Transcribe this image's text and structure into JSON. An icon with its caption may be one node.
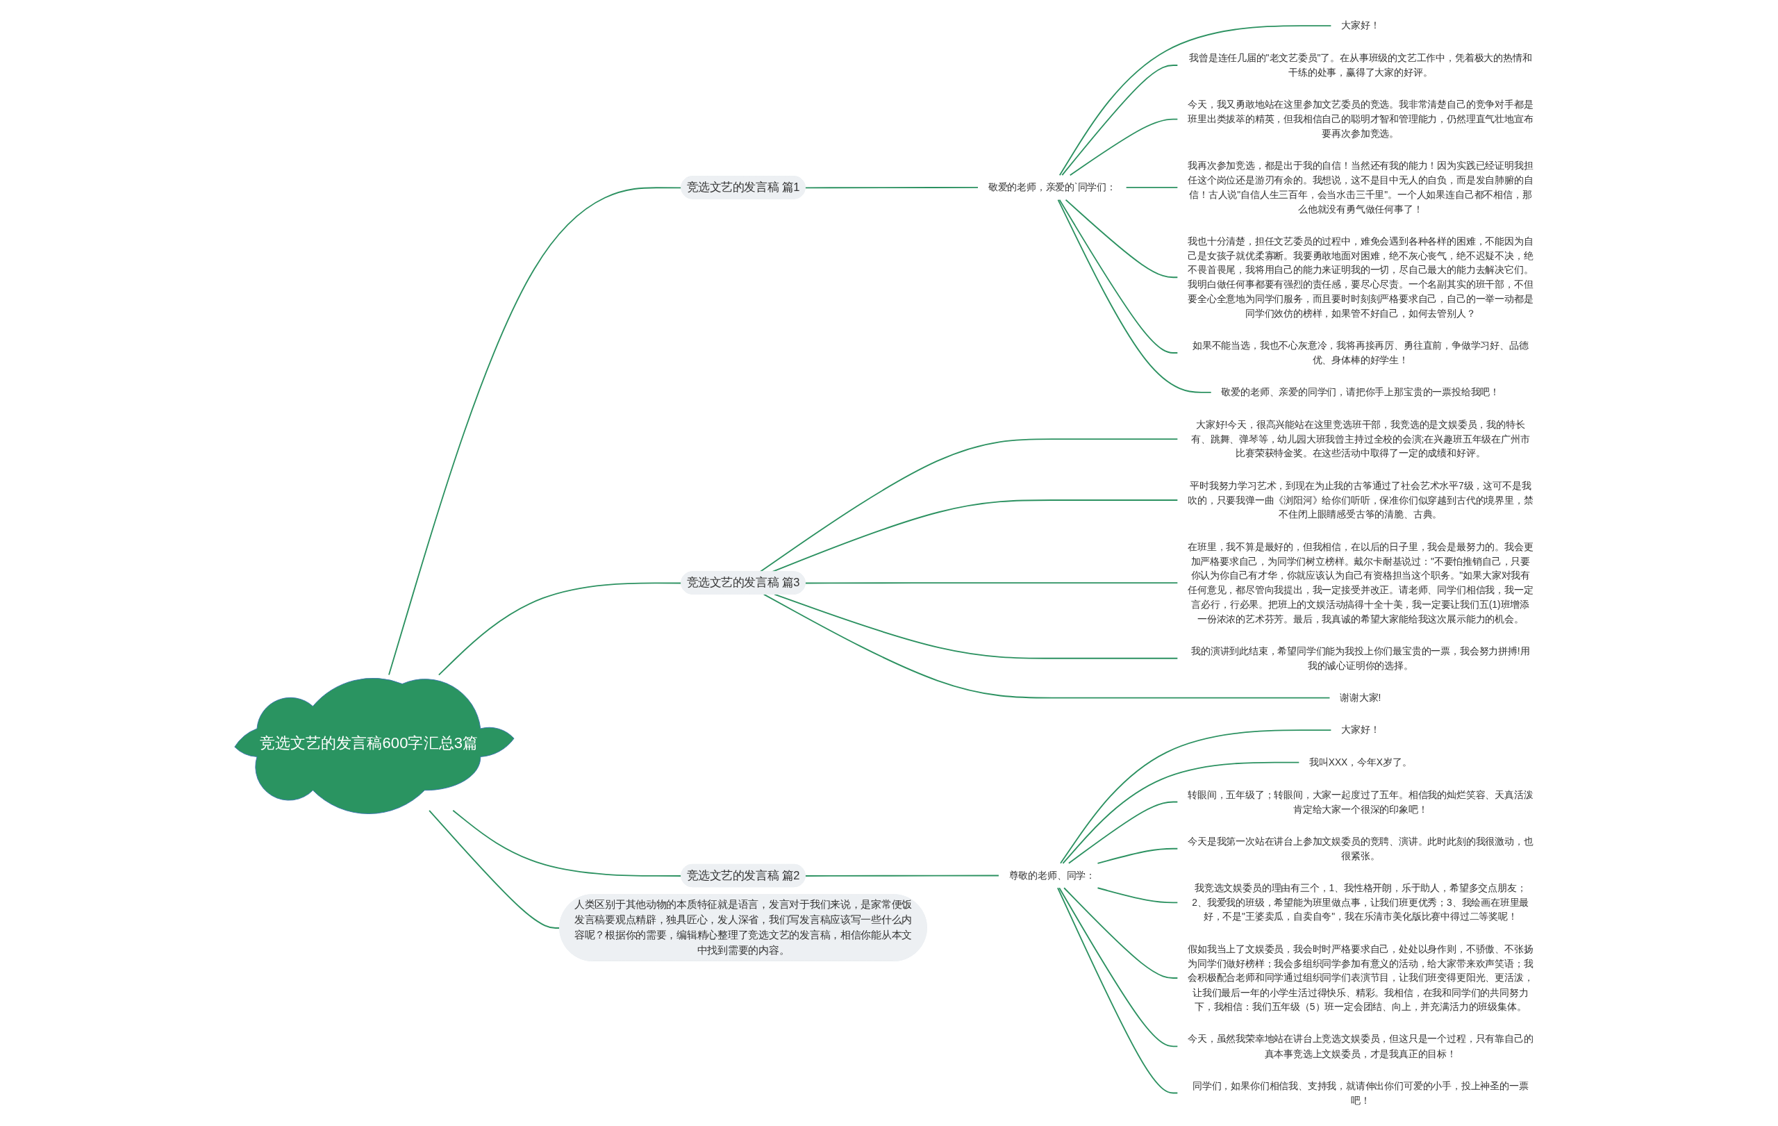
{
  "diagram": {
    "nodes": [
      {
        "text": [
          "竞选文艺的发言稿600字汇总3篇"
        ]
      },
      {
        "text": [
          "竞选文艺的发言稿 篇1"
        ]
      },
      {
        "text": [
          "敬爱的老师，亲爱的`同学们："
        ]
      },
      {
        "text": [
          "大家好！"
        ]
      },
      {
        "text": [
          "我曾是连任几届的\"老文艺委员\"了。在从事班级的文艺工作中，凭着极大的热情和干练的处事，赢得了大家的好评。"
        ]
      },
      {
        "text": [
          "今天，我又勇敢地站在这里参加文艺委员的竞选。我非常清楚自己的竞争对手都是班里出类拔萃的精英，但我相信自己的聪明才智和管理能力，仍然理直气壮地宣布要再次参加竞选。"
        ]
      },
      {
        "text": [
          "我再次参加竞选，都是出于我的自信！当然还有我的能力！因为实践已经证明我担任这个岗位还是游刃有余的。我想说，这不是目中无人的自负，而是发自肺腑的自信！古人说\"自信人生三百年，会当水击三千里\"。一个人如果连自己都不相信，那么他就没有勇气做任何事了！"
        ]
      },
      {
        "text": [
          "我也十分清楚，担任文艺委员的过程中，难免会遇到各种各样的困难，不能因为自己是女孩子就优柔寡断。我要勇敢地面对困难，绝不灰心丧气，绝不迟疑不决，绝不畏首畏尾，我将用自己的能力来证明我的一切，尽自己最大的能力去解决它们。我明白做任何事都要有强烈的责任感，要尽心尽责。一个名副其实的班干部，不但要全心全意地为同学们服务，而且要时时刻刻严格要求自己，自己的一举一动都是同学们效仿的榜样，如果管不好自己，如何去管别人？"
        ]
      },
      {
        "text": [
          "如果不能当选，我也不心灰意冷，我将再接再厉、勇往直前，争做学习好、品德优、身体棒的好学生！"
        ]
      },
      {
        "text": [
          "敬爱的老师、亲爱的同学们，请把你手上那宝贵的一票投给我吧！"
        ]
      },
      {
        "text": [
          "竞选文艺的发言稿 篇3"
        ]
      },
      {
        "text": [
          "大家好!今天，很高兴能站在这里竞选班干部，我竞选的是文娱委员，我的特长有、跳舞、弹琴等，幼儿园大班我曾主持过全校的会演;在兴趣班五年级在广州市比赛荣获特金奖。在这些活动中取得了一定的成绩和好评。"
        ]
      },
      {
        "text": [
          "平时我努力学习艺术，到现在为止我的古筝通过了社会艺术水平7级，这可不是我吹的，只要我弹一曲《浏阳河》给你们听听，保准你们似穿越到古代的境界里，禁不住闭上眼睛感受古筝的清脆、古典。"
        ]
      },
      {
        "text": [
          "在班里，我不算是最好的，但我相信，在以后的日子里，我会是最努力的。我会更加严格要求自己，为同学们树立榜样。戴尔卡耐基说过：\"不要怕推销自己，只要你认为你自己有才华，你就应该认为自己有资格担当这个职务。\"如果大家对我有任何意见，都尽管向我提出，我一定接受并改正。请老师、同学们相信我，我一定言必行，行必果。把班上的文娱活动搞得十全十美，我一定要让我们五(1)班增添一份浓浓的艺术芬芳。最后，我真诚的希望大家能给我这次展示能力的机会。"
        ]
      },
      {
        "text": [
          "我的演讲到此结束，希望同学们能为我投上你们最宝贵的一票，我会努力拼搏!用我的诚心证明你的选择。"
        ]
      },
      {
        "text": [
          "谢谢大家!"
        ]
      },
      {
        "text": [
          "人类区别于其他动物的本质特征就是语言，发言对于我们来说，是家常便饭发言稿要观点精辟，独具匠心，发人深省，我们写发言稿应该写一些什么内容呢？根据你的需要，编辑精心整理了竞选文艺的发言稿，相信你能从本文中找到需要的内容。"
        ]
      },
      {
        "text": [
          "竞选文艺的发言稿 篇2"
        ]
      },
      {
        "text": [
          "尊敬的老师、同学："
        ]
      },
      {
        "text": [
          "大家好！"
        ]
      },
      {
        "text": [
          "我叫XXX，今年X岁了。"
        ]
      },
      {
        "text": [
          "转眼间，五年级了；转眼间，大家一起度过了五年。相信我的灿烂笑容、天真活泼肯定给大家一个很深的印象吧！"
        ]
      },
      {
        "text": [
          "今天是我第一次站在讲台上参加文娱委员的竞聘、演讲。此时此刻的我很激动，也很紧张。"
        ]
      },
      {
        "text": [
          "我竞选文娱委员的理由有三个，1、我性格开朗，乐于助人，希望多交点朋友；2、我爱我的班级，希望能为班里做点事，让我们班更优秀；3、我绘画在班里最好，不是\"王婆卖瓜，自卖自夸\"，我在乐清市美化版比赛中得过二等奖呢！"
        ]
      },
      {
        "text": [
          "假如我当上了文娱委员，我会时时严格要求自己，处处以身作则，不骄傲、不张扬为同学们做好榜样；我会多组织同学参加有意义的活动，给大家带来欢声笑语；我会积极配合老师和同学通过组织同学们表演节目，让我们班变得更阳光、更活泼，让我们最后一年的小学生活过得快乐、精彩。我相信，在我和同学们的共同努力下，我相信：我们五年级（5）班一定会团结、向上，并充满活力的班级集体。"
        ]
      },
      {
        "text": [
          "今天，虽然我荣幸地站在讲台上竞选文娱委员，但这只是一个过程，只有靠自己的真本事竞选上文娱委员，才是我真正的目标！"
        ]
      },
      {
        "text": [
          "同学们，如果你们相信我、支持我，就请伸出你们可爱的小手，投上神圣的一票吧！"
        ]
      }
    ],
    "edges": [
      {
        "from": 0,
        "to": 1,
        "arrow": "none"
      },
      {
        "from": 1,
        "to": 2,
        "arrow": "none"
      },
      {
        "from": 2,
        "to": 3,
        "arrow": "none"
      },
      {
        "from": 2,
        "to": 4,
        "arrow": "none"
      },
      {
        "from": 2,
        "to": 5,
        "arrow": "none"
      },
      {
        "from": 2,
        "to": 6,
        "arrow": "none"
      },
      {
        "from": 2,
        "to": 7,
        "arrow": "none"
      },
      {
        "from": 2,
        "to": 8,
        "arrow": "none"
      },
      {
        "from": 2,
        "to": 9,
        "arrow": "none"
      },
      {
        "from": 0,
        "to": 10,
        "arrow": "none"
      },
      {
        "from": 10,
        "to": 11,
        "arrow": "none"
      },
      {
        "from": 10,
        "to": 12,
        "arrow": "none"
      },
      {
        "from": 10,
        "to": 13,
        "arrow": "none"
      },
      {
        "from": 10,
        "to": 14,
        "arrow": "none"
      },
      {
        "from": 10,
        "to": 15,
        "arrow": "none"
      },
      {
        "from": 0,
        "to": 16,
        "arrow": "none"
      },
      {
        "from": 0,
        "to": 17,
        "arrow": "none"
      },
      {
        "from": 17,
        "to": 18,
        "arrow": "none"
      },
      {
        "from": 18,
        "to": 19,
        "arrow": "none"
      },
      {
        "from": 18,
        "to": 20,
        "arrow": "none"
      },
      {
        "from": 18,
        "to": 21,
        "arrow": "none"
      },
      {
        "from": 18,
        "to": 22,
        "arrow": "none"
      },
      {
        "from": 18,
        "to": 23,
        "arrow": "none"
      },
      {
        "from": 18,
        "to": 24,
        "arrow": "none"
      },
      {
        "from": 18,
        "to": 25,
        "arrow": "none"
      },
      {
        "from": 18,
        "to": 26,
        "arrow": "none"
      }
    ]
  }
}
